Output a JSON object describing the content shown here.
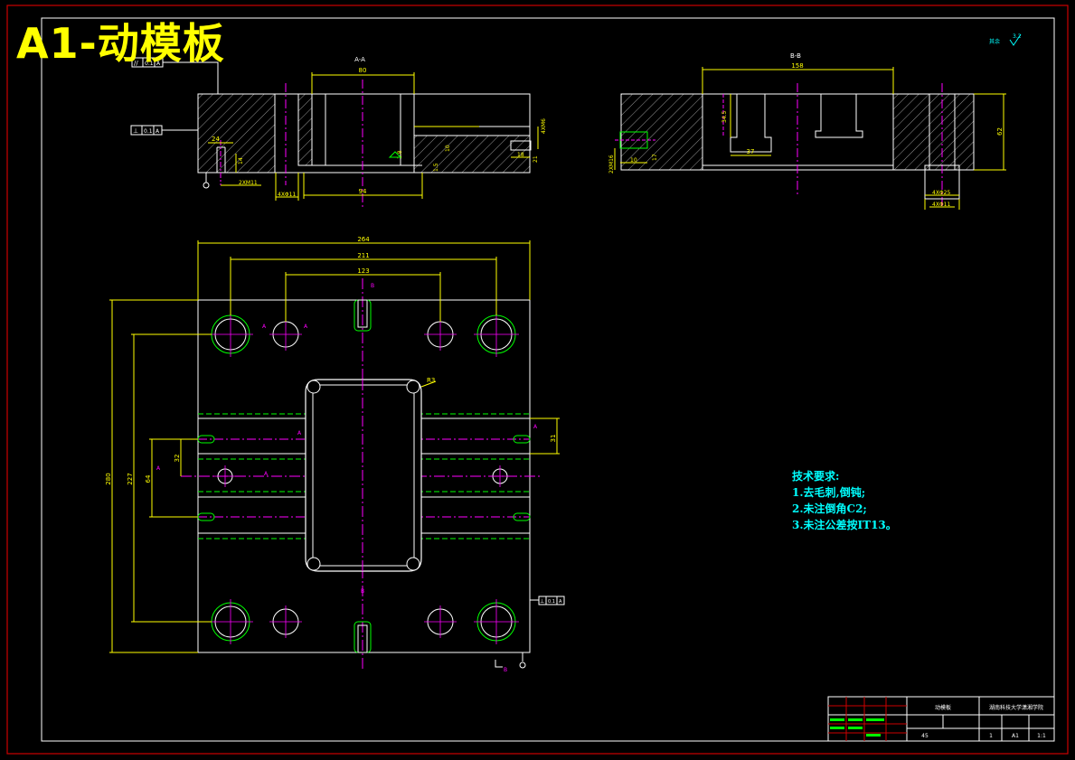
{
  "title": "A1-动模板",
  "views": {
    "section_a": {
      "label": "A-A",
      "dims": [
        "80",
        "94",
        "24",
        "14",
        "2XM11",
        "4XΦ11",
        "4XM6",
        "18",
        "21",
        "1.8",
        "1.5",
        "10"
      ]
    },
    "section_b": {
      "label": "B-B",
      "dims": [
        "158",
        "34.5",
        "37",
        "62",
        "2XM16",
        "10",
        "17",
        "4XΦ25",
        "4XΦ11"
      ]
    },
    "plan": {
      "dims": [
        "264",
        "211",
        "123",
        "280",
        "227",
        "64",
        "32",
        "31",
        "R3"
      ],
      "section_marks": [
        "A",
        "B"
      ]
    }
  },
  "tolerances": {
    "parallel": {
      "symbol": "//",
      "value": "0.1",
      "datum": "A"
    },
    "perpendicular_top": {
      "symbol": "⊥",
      "value": "0.1",
      "datum": "A"
    },
    "perpendicular_plan": {
      "symbol": "⊥",
      "value": "0.1",
      "datum": "A"
    },
    "datum_label": "A"
  },
  "roughness": {
    "label": "其余",
    "value": "3.2"
  },
  "tech_requirements": {
    "heading": "技术要求:",
    "items": [
      "1.去毛刺,倒钝;",
      "2.未注倒角C2;",
      "3.未注公差按IT13。"
    ]
  },
  "title_block": {
    "part_name": "动模板",
    "school": "湖南科技大学潇湘学院",
    "material": "45",
    "scale": "1:1",
    "quantity": "1",
    "sheet": "A1"
  },
  "colors": {
    "background": "#000000",
    "outline": "#ffffff",
    "dimension": "#ffff00",
    "centerline": "#ff00ff",
    "hidden": "#00ff00",
    "text_cyan": "#00ffff",
    "frame": "#cc0000"
  }
}
